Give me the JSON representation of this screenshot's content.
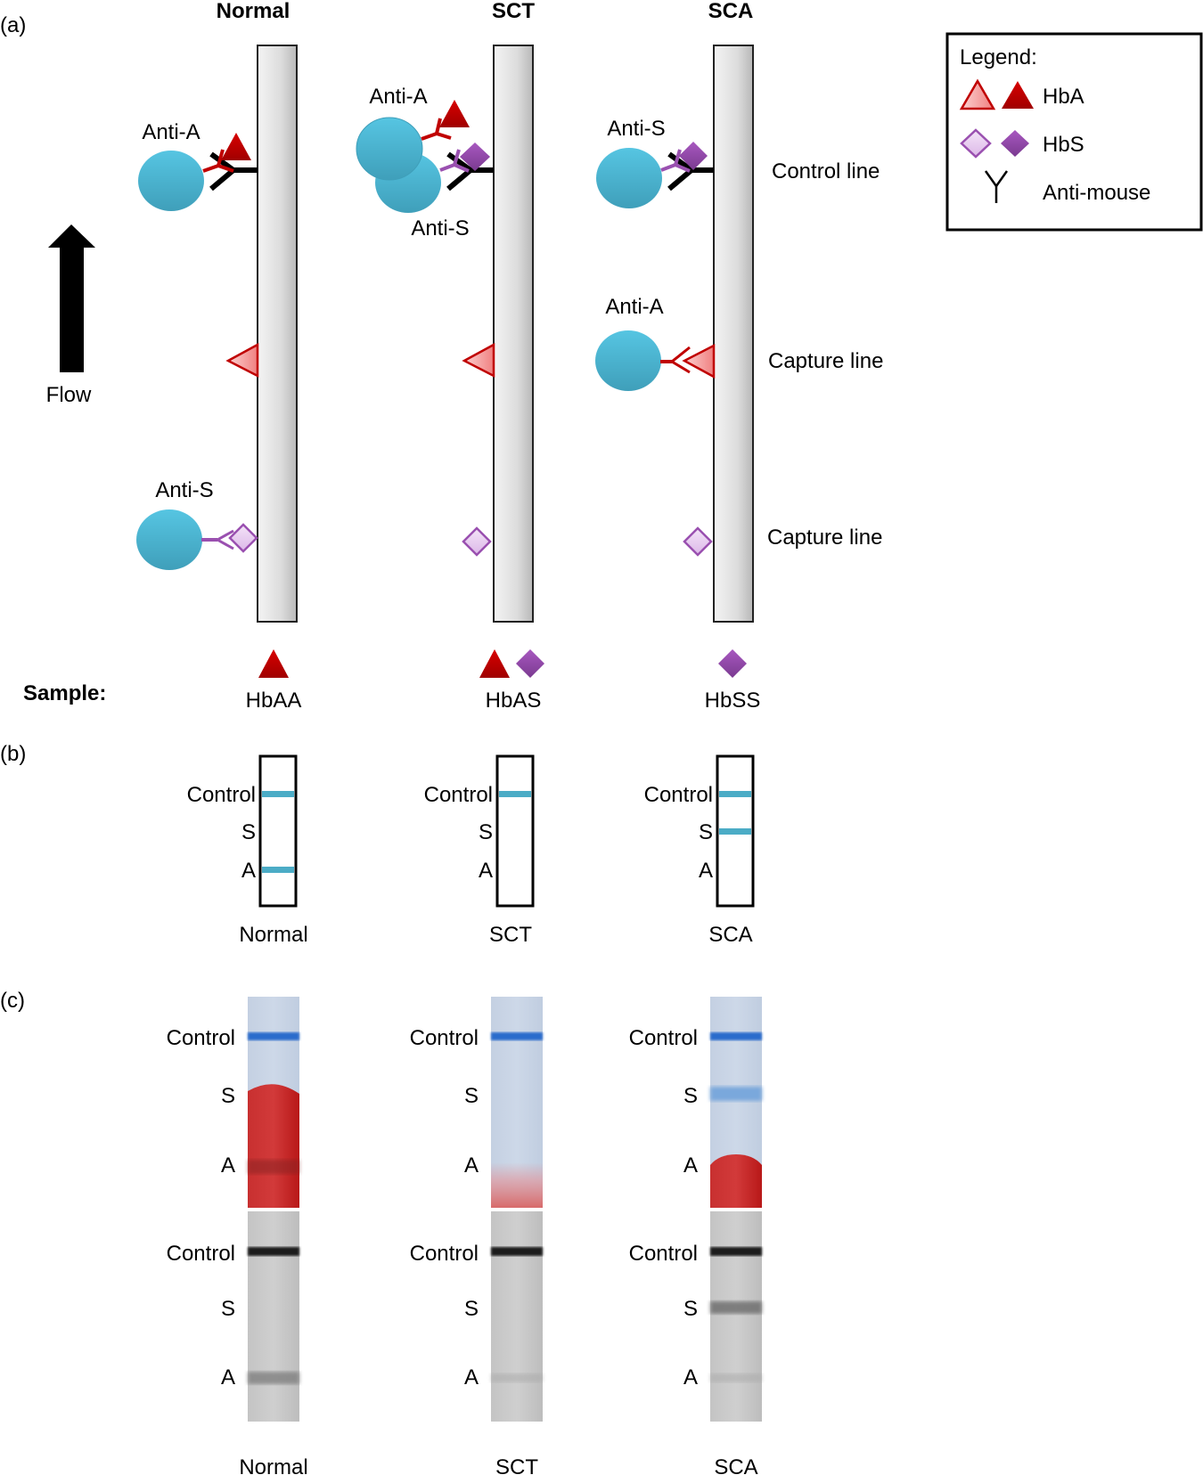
{
  "panel_labels": {
    "a": "(a)",
    "b": "(b)",
    "c": "(c)"
  },
  "columns": [
    {
      "title": "Normal",
      "control_label": "Anti-A",
      "control_captured": [
        "HbA"
      ],
      "capture_labels": {
        "A": "",
        "S": "Anti-S"
      },
      "sample_label": "HbAA",
      "sample_markers": [
        "HbA"
      ],
      "schematic_lines": {
        "Control": true,
        "S": false,
        "A": true
      },
      "strip_caption": "Normal",
      "photo_bands": {
        "control": "strong",
        "S": "none",
        "A": "red-saturated"
      },
      "gray_bands": {
        "control": "strong",
        "S": "none",
        "A": "medium"
      }
    },
    {
      "title": "SCT",
      "control_label": "Anti-A",
      "control_label_2": "Anti-S",
      "control_captured": [
        "HbA",
        "HbS"
      ],
      "sample_label": "HbAS",
      "sample_markers": [
        "HbA",
        "HbS"
      ],
      "schematic_lines": {
        "Control": true,
        "S": false,
        "A": false
      },
      "strip_caption": "SCT",
      "photo_bands": {
        "control": "strong",
        "S": "none",
        "A": "faint-red"
      },
      "gray_bands": {
        "control": "strong",
        "S": "none",
        "A": "very-faint"
      }
    },
    {
      "title": "SCA",
      "control_label": "Anti-S",
      "control_captured": [
        "HbS"
      ],
      "capture_labels": {
        "A": "Anti-A",
        "S": ""
      },
      "sample_label": "HbSS",
      "sample_markers": [
        "HbS"
      ],
      "schematic_lines": {
        "Control": true,
        "S": true,
        "A": false
      },
      "strip_caption": "SCA",
      "photo_bands": {
        "control": "strong",
        "S": "medium-blue",
        "A": "red"
      },
      "gray_bands": {
        "control": "strong",
        "S": "medium",
        "A": "very-faint"
      }
    }
  ],
  "line_labels": {
    "control": "Control line",
    "capture_a": "Capture line",
    "capture_s": "Capture line"
  },
  "flow_label": "Flow",
  "sample_heading": "Sample:",
  "strip_row_labels": {
    "control": "Control",
    "s": "S",
    "a": "A"
  },
  "legend": {
    "title": "Legend:",
    "items": [
      {
        "label": "HbA",
        "icon": "triangle"
      },
      {
        "label": "HbS",
        "icon": "diamond"
      },
      {
        "label": "Anti-mouse",
        "icon": "y-antibody"
      }
    ]
  },
  "colors": {
    "hba": "#c00000",
    "hba_light": "#f8a0a0",
    "hbs": "#8e44ad",
    "hbs_light": "#e8c8f0",
    "bead": "#4fb8d6",
    "line_blue": "#4bacc6",
    "strip_gray": "#d8d8d8"
  }
}
